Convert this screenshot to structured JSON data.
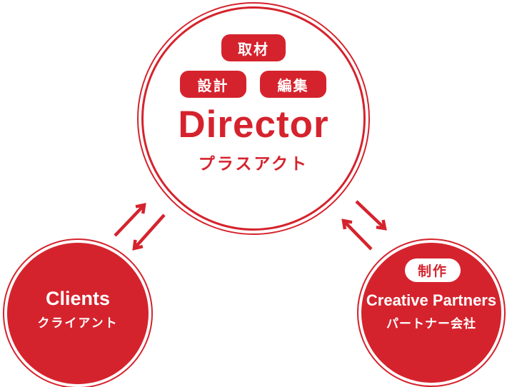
{
  "diagram": {
    "background_color": "#ffffff",
    "accent_red": "#d5232d",
    "text_on_red": "#ffffff",
    "director": {
      "tags": [
        "取材",
        "設計",
        "編集"
      ],
      "title": "Director",
      "subtitle": "プラスアクト"
    },
    "clients": {
      "title": "Clients",
      "subtitle": "クライアント"
    },
    "partners": {
      "badge": "制作",
      "title": "Creative Partners",
      "subtitle": "パートナー会社"
    },
    "arrows": {
      "left_icon": "bidirectional-exchange-arrows",
      "right_icon": "bidirectional-exchange-arrows"
    }
  }
}
